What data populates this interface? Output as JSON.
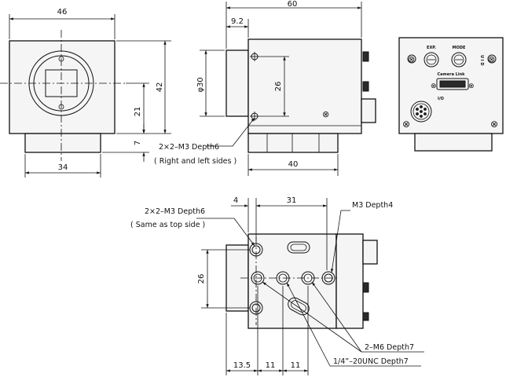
{
  "front_view": {
    "width_dim": "46",
    "height_dim": "42",
    "center_height_dim": "21",
    "foot_height_dim": "7",
    "foot_width_dim": "34"
  },
  "side_view": {
    "length_dim": "60",
    "flange_dim": "9.2",
    "diameter_dim": "φ30",
    "hole_spacing_dim": "26",
    "base_length_dim": "40",
    "hole_note_line1": "2×2–M3  Depth6",
    "hole_note_line2": "( Right  and  left  sides )"
  },
  "rear_view": {
    "exp_label": "EXP.",
    "mode_label": "MODE",
    "uid_label": "U I D",
    "camera_link_label": "Camera Link",
    "io_label": "I/O"
  },
  "bottom_view": {
    "offset_dim": "4",
    "hole_span_dim": "31",
    "hole_spacing_dim": "26",
    "x1_dim": "13.5",
    "x2_dim": "11",
    "x3_dim": "11",
    "top_note_line1": "2×2–M3  Depth6",
    "top_note_line2": "( Same  as  top  side )",
    "m3_note": "M3  Depth4",
    "m6_note": "2–M6  Depth7",
    "tripod_note": "1/4”–20UNC  Depth7"
  }
}
